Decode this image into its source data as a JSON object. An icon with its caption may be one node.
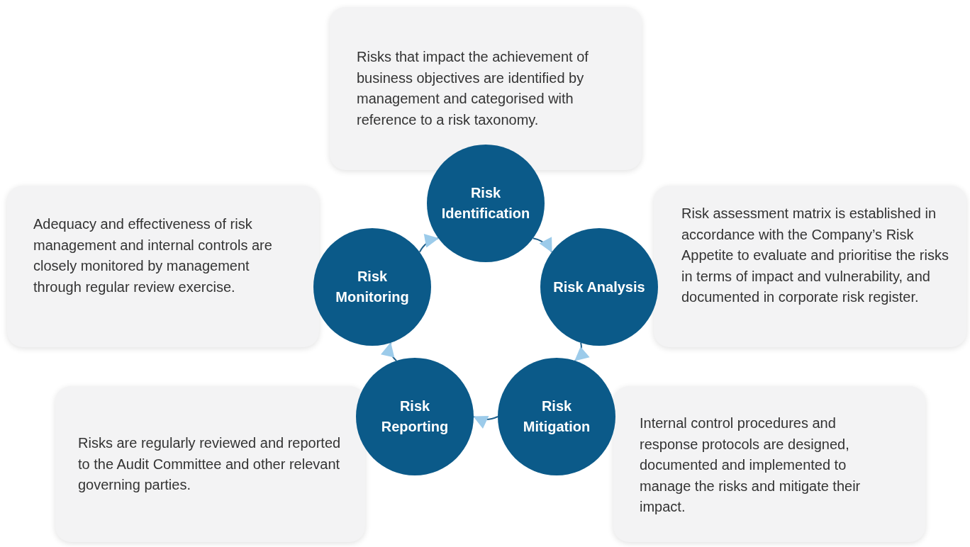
{
  "diagram": {
    "nodes": [
      {
        "text": [
          "Risks that impact the achievement of business objectives are identified by management and categorised with reference to a risk taxonomy."
        ]
      },
      {
        "text": [
          "Adequacy and effectiveness of risk management and internal controls are closely monitored by management through regular review exercise."
        ]
      },
      {
        "text": [
          "Risk Identification"
        ]
      },
      {
        "text": [
          "Risk assessment matrix is established in accordance with the Company’s Risk Appetite to evaluate and prioritise the risks in terms of impact and vulnerability, and documented in corporate risk register."
        ]
      },
      {
        "text": [
          "Risk Monitoring"
        ]
      },
      {
        "text": [
          "Risk Analysis"
        ]
      },
      {
        "text": [
          "Risk Reporting"
        ]
      },
      {
        "text": [
          "Risk Mitigation"
        ]
      },
      {
        "text": [
          "Risks are regularly reviewed and reported to the Audit Committee and other relevant governing parties."
        ]
      },
      {
        "text": [
          "Internal control procedures and response protocols are designed, documented and implemented to manage the risks and mitigate their impact."
        ]
      }
    ],
    "edges": [
      {
        "from": 2,
        "to": 5,
        "arrow": "to"
      },
      {
        "from": 5,
        "to": 7,
        "arrow": "to"
      },
      {
        "from": 7,
        "to": 6,
        "arrow": "to"
      },
      {
        "from": 6,
        "to": 4,
        "arrow": "to"
      },
      {
        "from": 4,
        "to": 2,
        "arrow": "to"
      }
    ]
  }
}
